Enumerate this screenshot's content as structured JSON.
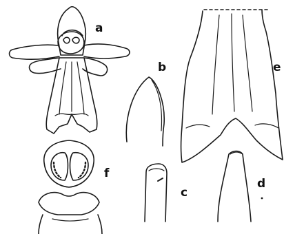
{
  "figure_labels": {
    "a": "a",
    "b": "b",
    "c": "c",
    "d": "d",
    "e": "e",
    "f": "f"
  },
  "ink_color": "#1a1a1a"
}
